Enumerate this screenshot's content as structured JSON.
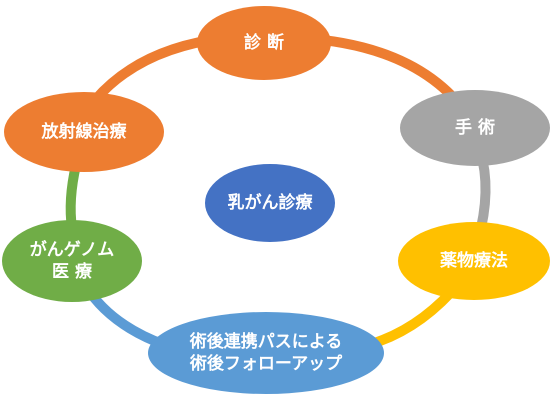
{
  "center": {
    "label": "乳がん診療",
    "color": "#4472c4"
  },
  "nodes": [
    {
      "id": "diagnosis",
      "lines": [
        "診 断"
      ],
      "color": "#ed7d31"
    },
    {
      "id": "surgery",
      "lines": [
        "手 術"
      ],
      "color": "#a5a5a5"
    },
    {
      "id": "drug",
      "lines": [
        "薬物療法"
      ],
      "color": "#ffc000"
    },
    {
      "id": "followup",
      "lines": [
        "術後連携パスによる",
        "術後フォローアップ"
      ],
      "color": "#5b9bd5"
    },
    {
      "id": "genome",
      "lines": [
        "がんゲノム",
        "医 療"
      ],
      "color": "#70ad47"
    },
    {
      "id": "radiation",
      "lines": [
        "放射線治療"
      ],
      "color": "#ed7d31"
    }
  ]
}
